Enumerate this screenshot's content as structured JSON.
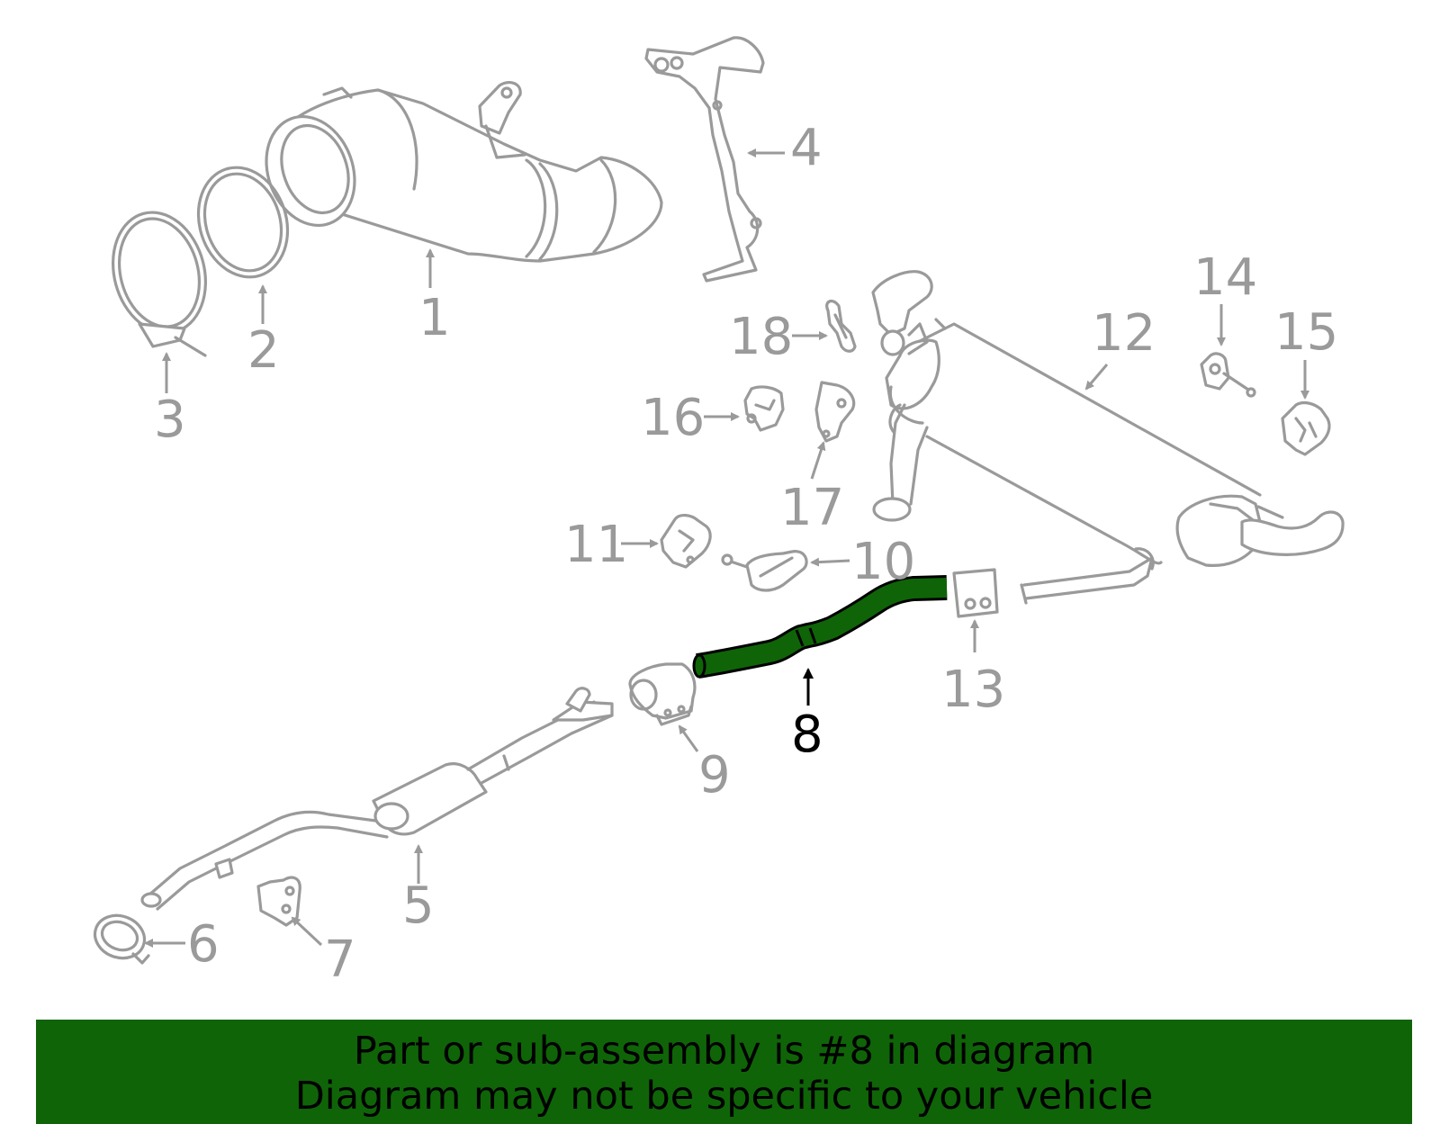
{
  "callouts": {
    "c1": "1",
    "c2": "2",
    "c3": "3",
    "c4": "4",
    "c5": "5",
    "c6": "6",
    "c7": "7",
    "c8": "8",
    "c9": "9",
    "c10": "10",
    "c11": "11",
    "c12": "12",
    "c13": "13",
    "c14": "14",
    "c15": "15",
    "c16": "16",
    "c17": "17",
    "c18": "18"
  },
  "highlighted_part": "8",
  "colors": {
    "highlight": "#0f6408",
    "part_outline": "#9a9a9a",
    "banner_background": "#0f6408"
  },
  "banner": {
    "line1": "Part or sub-assembly is #8 in diagram",
    "line2": "Diagram may not be specific to your vehicle"
  }
}
